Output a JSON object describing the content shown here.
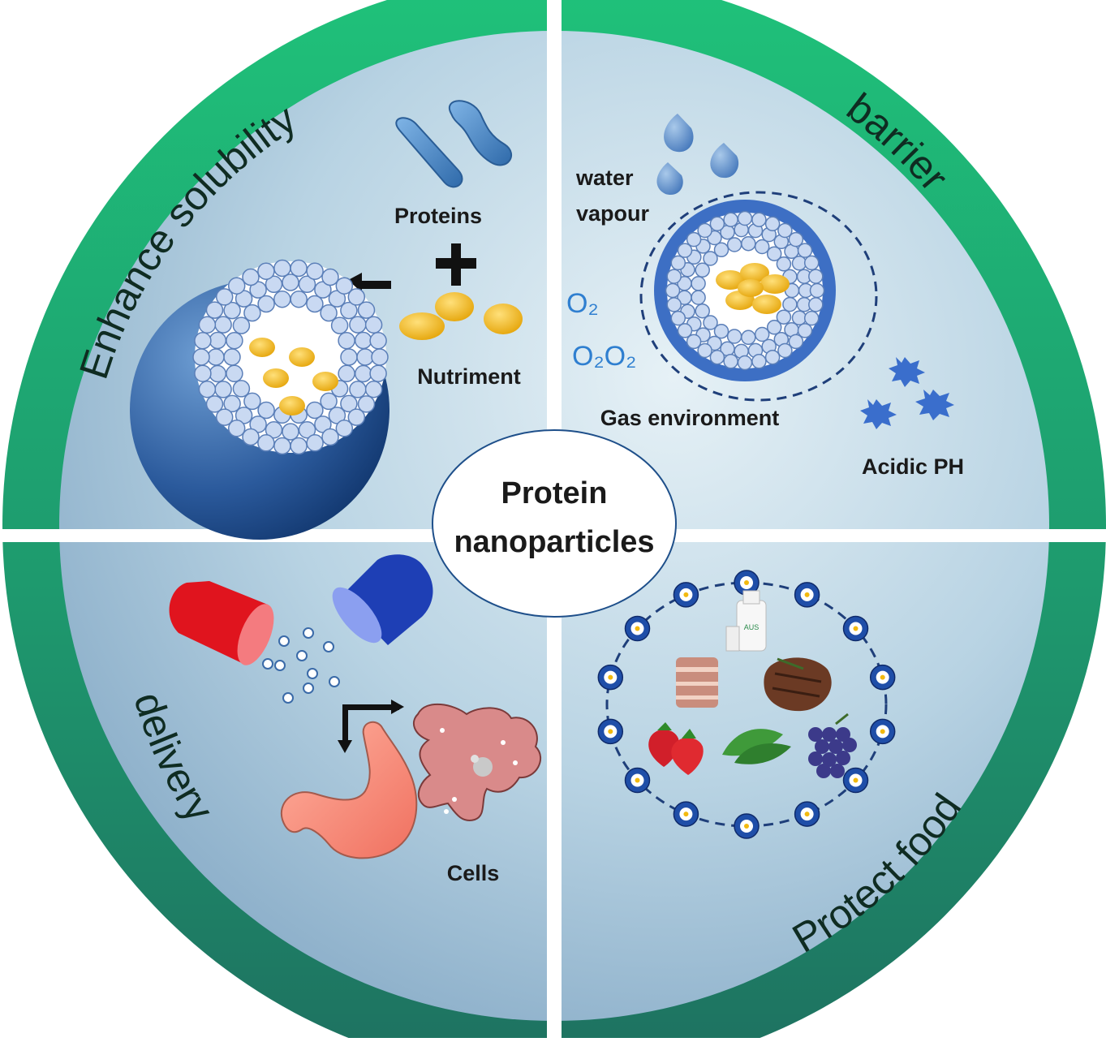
{
  "center": {
    "line1": "Protein",
    "line2": "nanoparticles"
  },
  "quadrants": {
    "top_left": {
      "title": "Enhance solubility",
      "labels": {
        "proteins": "Proteins",
        "plus": "+",
        "nutriment": "Nutriment"
      }
    },
    "top_right": {
      "title": "barrier",
      "labels": {
        "water_line1": "water",
        "water_line2": "vapour",
        "o2_a": "O₂",
        "o2_b": "O₂O₂",
        "gas_environment": "Gas environment",
        "acidic_ph": "Acidic PH"
      }
    },
    "bottom_left": {
      "title": "delivery",
      "labels": {
        "cells": "Cells"
      }
    },
    "bottom_right": {
      "title": "Protect food",
      "labels": {
        "milk_brand": "AUS"
      }
    }
  },
  "colors": {
    "ring_top": "#1fb870",
    "ring_bottom": "#1e7f6a",
    "quadrant_bg_light": "#d6e8f0",
    "quadrant_bg_dark": "#8fb4cf",
    "particle_blue": "#3f6fbf",
    "nutrient_yellow": "#f2b90f",
    "capsule_red": "#e0141e",
    "capsule_blue": "#1e3fb5",
    "stomach_pink": "#f7a08f",
    "cell_pink": "#d98a8a",
    "o2_blue": "#2f7fd0",
    "text_dark": "#1a1a1a"
  }
}
